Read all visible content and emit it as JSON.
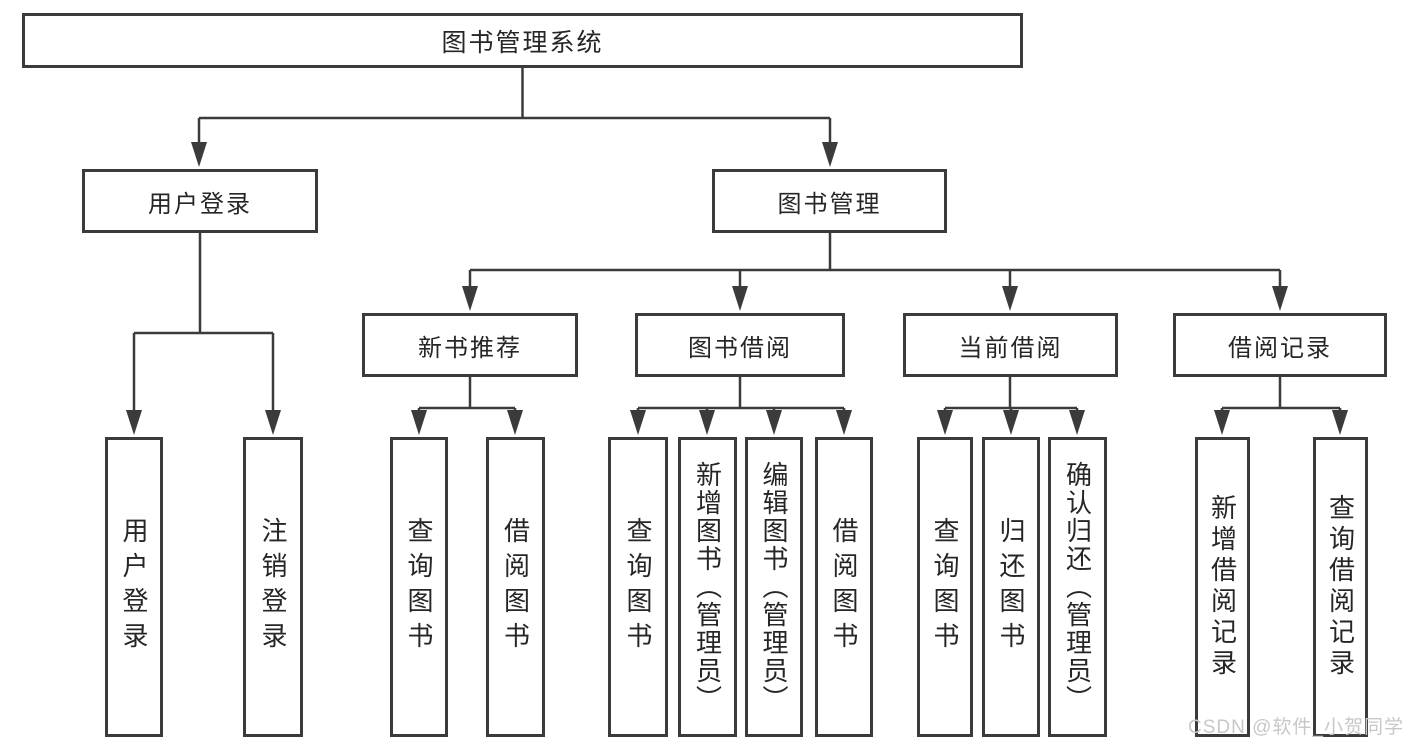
{
  "diagram": {
    "title": "图书管理系统",
    "colors": {
      "line": "#3b3b3b",
      "text": "#262626",
      "watermark": "#c8c8c8",
      "background": "#ffffff"
    },
    "nodes": {
      "root": {
        "label": "图书管理系统"
      },
      "user_login": {
        "label": "用户登录"
      },
      "book_mgmt": {
        "label": "图书管理"
      },
      "new_book_rec": {
        "label": "新书推荐"
      },
      "book_borrow": {
        "label": "图书借阅"
      },
      "current_borrow": {
        "label": "当前借阅"
      },
      "borrow_record": {
        "label": "借阅记录"
      }
    },
    "leaves": {
      "user_login": [
        {
          "label": "用户登录"
        },
        {
          "label": "注销登录"
        }
      ],
      "new_book_rec": [
        {
          "label": "查询图书"
        },
        {
          "label": "借阅图书"
        }
      ],
      "book_borrow": [
        {
          "label": "查询图书"
        },
        {
          "label": "新增图书（管理员）"
        },
        {
          "label": "编辑图书（管理员）"
        },
        {
          "label": "借阅图书"
        }
      ],
      "current_borrow": [
        {
          "label": "查询图书"
        },
        {
          "label": "归还图书"
        },
        {
          "label": "确认归还（管理员）"
        }
      ],
      "borrow_record": [
        {
          "label": "新增借阅记录"
        },
        {
          "label": "查询借阅记录"
        }
      ]
    }
  },
  "watermark": {
    "text": "CSDN @软件_小贺同学"
  }
}
